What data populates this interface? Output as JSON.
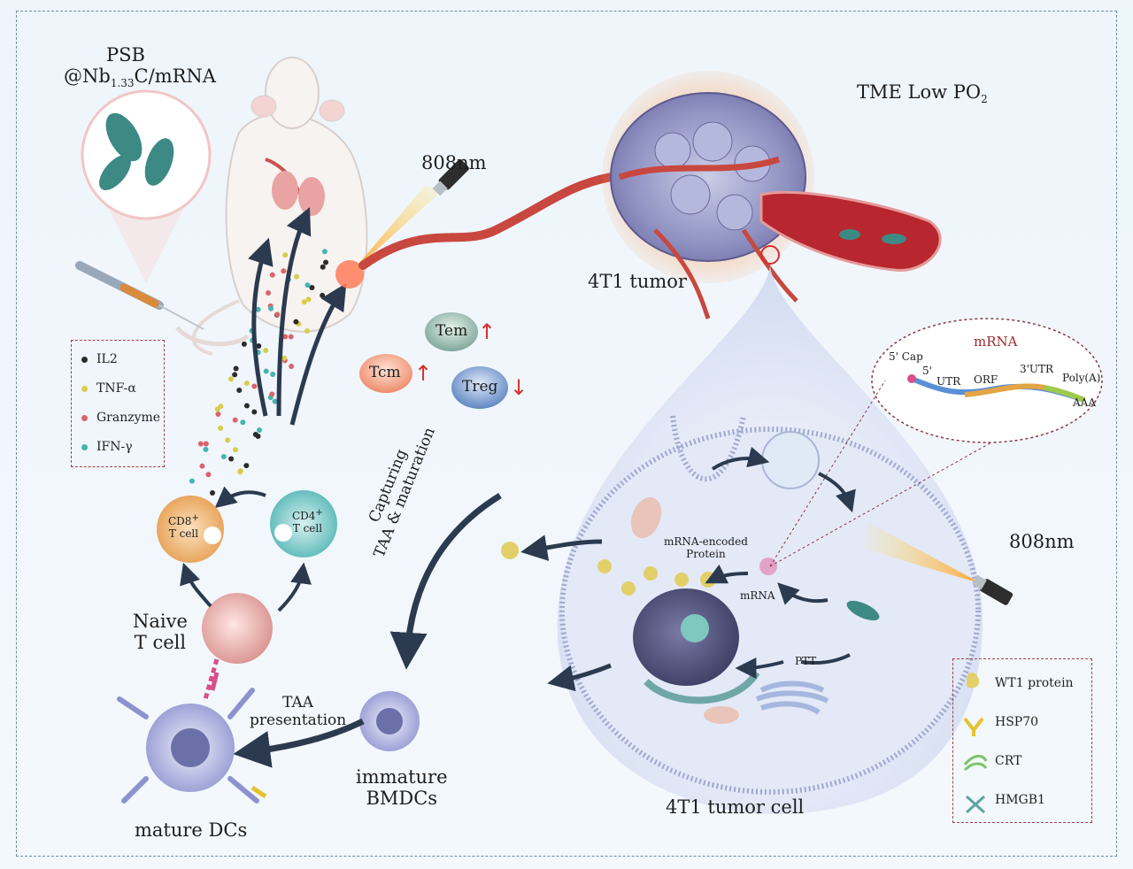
{
  "labels": {
    "psb_line1": "PSB",
    "psb_line2_prefix": "@Nb",
    "psb_line2_sub": "1.33",
    "psb_line2_suffix": "C/mRNA",
    "tme_prefix": "TME Low PO",
    "tme_sub": "2",
    "laser_top": "808nm",
    "laser_right": "808nm",
    "tumor": "4T1 tumor",
    "tumor_cell": "4T1 tumor cell",
    "tem": "Tem",
    "tcm": "Tcm",
    "treg": "Treg",
    "cd8_line1": "CD8",
    "cd8_line1_sup": "+",
    "cd8_line2": "T cell",
    "cd4_line1": "CD4",
    "cd4_line1_sup": "+",
    "cd4_line2": "T cell",
    "naive_line1": "Naive",
    "naive_line2": "T cell",
    "taa_line1": "TAA",
    "taa_line2": "presentation",
    "capturing_line1": "Capturing",
    "capturing_line2": "TAA & maturation",
    "immature_line1": "immature",
    "immature_line2": "BMDCs",
    "mature": "mature DCs",
    "mrna_title": "mRNA",
    "mrna_cap": "5' Cap",
    "mrna_5": "5'",
    "mrna_utr": "UTR",
    "mrna_orf": "ORF",
    "mrna_3utr": "3'UTR",
    "mrna_polya": "Poly(A)",
    "mrna_aaa": "AAA",
    "mrna_encoded_line1": "mRNA-encoded",
    "mrna_encoded_line2": "Protein",
    "mrna_small": "mRNA",
    "ptt": "PTT"
  },
  "cytokine_legend": [
    {
      "name": "IL2",
      "color": "#2b2b2b"
    },
    {
      "name": "TNF-α",
      "color": "#d8cc4a"
    },
    {
      "name": "Granzyme",
      "color": "#d9646b"
    },
    {
      "name": "IFN-γ",
      "color": "#45b5b0"
    }
  ],
  "marker_legend": [
    {
      "name": "WT1 protein",
      "icon": "wt1-protein-icon",
      "color": "#e2cf6a"
    },
    {
      "name": "HSP70",
      "icon": "hsp70-icon",
      "color": "#e5c22e"
    },
    {
      "name": "CRT",
      "icon": "crt-icon",
      "color": "#7cc46a"
    },
    {
      "name": "HMGB1",
      "icon": "hmgb1-icon",
      "color": "#5fa3a0"
    }
  ],
  "colors": {
    "frame": "#6e8fa6",
    "legend_border": "#a0424a",
    "arrow": "#2c3a4f",
    "up_down": "#d62f2f"
  }
}
